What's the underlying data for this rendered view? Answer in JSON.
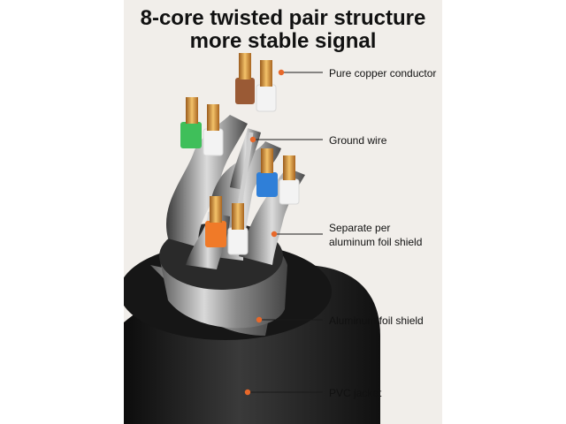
{
  "title": {
    "line1": "8-core twisted pair structure",
    "line2": "more stable signal"
  },
  "callouts": [
    {
      "key": "conductor",
      "text": "Pure copper conductor"
    },
    {
      "key": "ground",
      "text": "Ground wire"
    },
    {
      "key": "pair_shield",
      "text": "Separate per\naluminum foil shield"
    },
    {
      "key": "foil",
      "text": "Aluminum foil shield"
    },
    {
      "key": "jacket",
      "text": "PVC jacket"
    }
  ],
  "colors": {
    "accent": "#e8682a",
    "panel_bg": "#f1eeea",
    "brown": "#9a5a35",
    "green": "#3fbf5a",
    "blue": "#2f7fd8",
    "orange": "#f07a28",
    "copper": "#d89a3a",
    "jacket": "#1e1e1e"
  }
}
